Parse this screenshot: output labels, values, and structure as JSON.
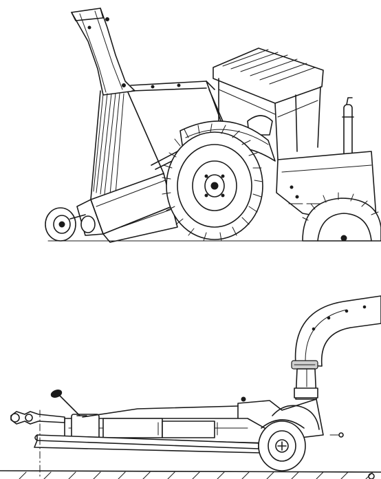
{
  "illustrations": [
    {
      "id": "top",
      "subject": "tractor-pulled-forage-harvester-perspective"
    },
    {
      "id": "bottom",
      "subject": "forage-harvester-side-view-drawing"
    }
  ],
  "colors": {
    "line": "#1a1a1a",
    "background": "#ffffff",
    "shade": "#cfcfcf"
  }
}
